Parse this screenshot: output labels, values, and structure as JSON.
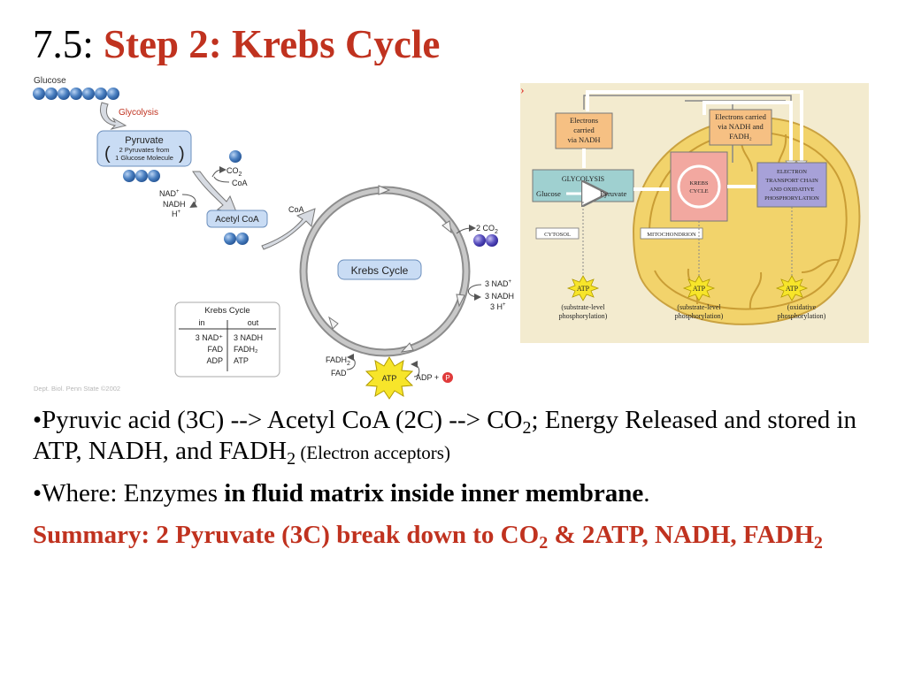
{
  "title": {
    "number": "7.5:",
    "heading": "Step 2:  Krebs Cycle"
  },
  "left_diagram": {
    "glucose": "Glucose",
    "glycolysis": "Glycolysis",
    "pyruvate_title": "Pyruvate",
    "pyruvate_note_1": "2 Pyruvates from",
    "pyruvate_note_2": "1 Glucose Molecule",
    "co2": "CO",
    "co2_sub": "2",
    "coa": "CoA",
    "nad_plus": "NAD",
    "nadh": "NADH",
    "h_plus": "H",
    "acetyl_coa": "Acetyl CoA",
    "coa_cycle": "CoA",
    "krebs_cycle": "Krebs Cycle",
    "two_co2": "2 CO",
    "three_nad": "3 NAD",
    "three_nadh": "3 NADH",
    "three_h": "3 H",
    "fadh2": "FADH",
    "fad": "FAD",
    "atp": "ATP",
    "adp_p": "ADP +",
    "p": "P",
    "table": {
      "title": "Krebs Cycle",
      "headers": [
        "in",
        "out"
      ],
      "rows": [
        [
          "3 NAD⁺",
          "3 NADH"
        ],
        [
          "FAD",
          "FADH₂"
        ],
        [
          "ADP",
          "ATP"
        ]
      ]
    },
    "credit": "Dept. Biol. Penn State ©2002"
  },
  "right_diagram": {
    "electrons_nadh": [
      "Electrons",
      "carried",
      "via NADH"
    ],
    "electrons_nadh_fadh": [
      "Electrons carried",
      "via NADH and",
      "FADH₂"
    ],
    "glycolysis": "GLYCOLYSIS",
    "glucose": "Glucose",
    "pyruvate": "Pyruvate",
    "krebs": [
      "KREBS",
      "CYCLE"
    ],
    "etc": [
      "ELECTRON",
      "TRANSPORT CHAIN",
      "AND OXIDATIVE",
      "PHOSPHORYLATION"
    ],
    "cytosol": "CYTOSOL",
    "mitochondrion": "MITOCHONDRION",
    "atp": "ATP",
    "atp_labels": [
      [
        "(substrate-level",
        "phosphorylation)"
      ],
      [
        "(substrate-level",
        "phosphorylation)"
      ],
      [
        "(oxidative",
        "phosphorylation)"
      ]
    ]
  },
  "bullets": {
    "b1_a": "•Pyruvic acid (3C) --> Acetyl CoA (2C) --> CO",
    "b1_sub": "2",
    "b1_b": "; Energy Released and stored in ATP, NADH, and FADH",
    "b1_sub2": "2",
    "b1_small": " (Electron acceptors)",
    "b2_a": "•Where:  Enzymes ",
    "b2_bold": "in fluid matrix inside inner membrane",
    "b2_end": ".",
    "summary_a": "Summary: 2 Pyruvate (3C) break down to CO",
    "summary_sub": "2",
    "summary_b": " & 2ATP, NADH, FADH",
    "summary_sub2": "2"
  },
  "colors": {
    "accent_red": "#c0321f",
    "molecule_blue": "#4a7fc0",
    "box_blue": "#c9dcf4",
    "mito_yellow": "#f2d36b"
  }
}
